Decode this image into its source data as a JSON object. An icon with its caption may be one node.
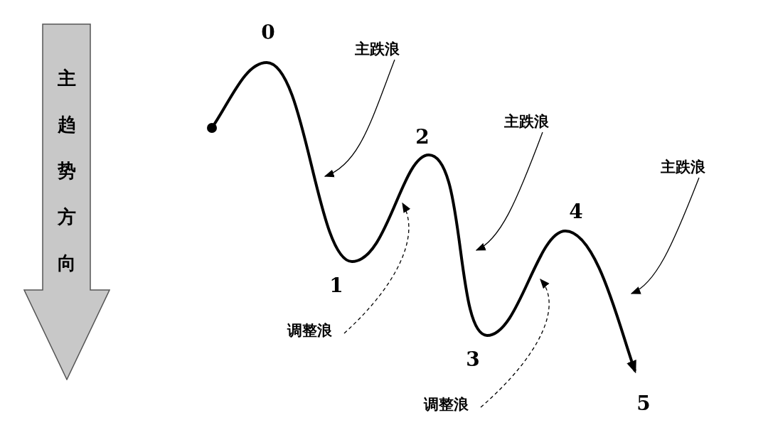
{
  "diagram": {
    "nodes": [
      {
        "text": [
          "主趋势方向"
        ]
      },
      {
        "text": [
          "主跌浪"
        ]
      },
      {
        "text": [
          "主跌浪"
        ]
      },
      {
        "text": [
          "主跌浪"
        ]
      },
      {
        "text": [
          "调整浪"
        ]
      },
      {
        "text": [
          "调整浪"
        ]
      }
    ],
    "edges": [
      {
        "from": 1,
        "to": null,
        "arrow": "to"
      },
      {
        "from": 2,
        "to": null,
        "arrow": "to"
      },
      {
        "from": 3,
        "to": null,
        "arrow": "to"
      },
      {
        "from": 4,
        "to": null,
        "arrow": "to",
        "style": "dashed"
      },
      {
        "from": 5,
        "to": null,
        "arrow": "to",
        "style": "dashed"
      }
    ],
    "labels": [
      "0",
      "1",
      "2",
      "3",
      "4",
      "5"
    ]
  }
}
